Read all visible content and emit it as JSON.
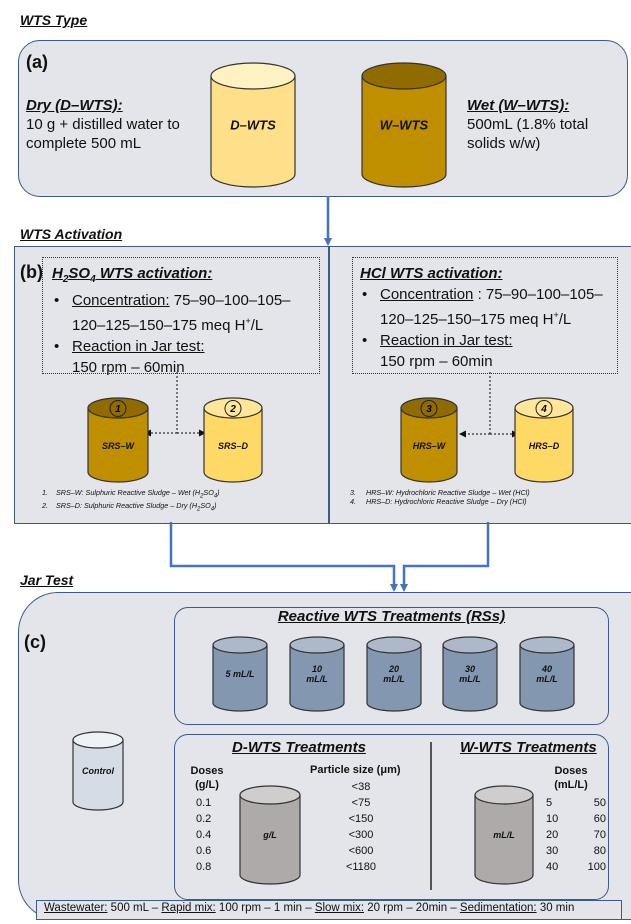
{
  "colors": {
    "panel_bg": "#e3e5ea",
    "panel_border": "#3f5a86",
    "arrow": "#4472c4",
    "cream_cylinder": "#ffe08a",
    "cream_cylinder_dark": "#e8bf4a",
    "brown_cylinder": "#bf8f00",
    "brown_cylinder_dark": "#8f6b00",
    "yellow_cylinder": "#ffd966",
    "blue_cylinder": "#8497b0",
    "grey_cylinder": "#aeaaaa",
    "control_cylinder": "#d6dce5"
  },
  "sections": {
    "wts_type": "WTS Type",
    "activation": "WTS Activation",
    "jar_test": "Jar Test"
  },
  "panel_a": {
    "label": "(a)",
    "dry_title": "Dry (D–WTS):",
    "dry_line1": "10 g + distilled water to",
    "dry_line2": "complete 500 mL",
    "wet_title": "Wet (W–WTS):",
    "wet_line1": "500mL (1.8% total",
    "wet_line2": "solids w/w)",
    "cyl_dry": "D–WTS",
    "cyl_wet": "W–WTS"
  },
  "panel_b": {
    "label": "(b)",
    "h2so4": {
      "title_pre": "H",
      "title_sub1": "2",
      "title_mid": "SO",
      "title_sub2": "4",
      "title_post": " WTS activation:",
      "conc_label": "Concentration:",
      "conc_value1": " 75–90–100–105–",
      "conc_value2": "120–125–150–175 meq H",
      "sup": "+",
      "unit": "/L",
      "reaction_label": "Reaction in Jar test:",
      "reaction_value": "150 rpm – 60min"
    },
    "hcl": {
      "title": "HCl WTS activation:",
      "conc_label": "Concentration",
      "conc_value1": " : 75–90–100–105–",
      "conc_value2": "120–125–150–175 meq H",
      "sup": "+",
      "unit": "/L",
      "reaction_label": "Reaction in Jar test:",
      "reaction_value": "150 rpm – 60min"
    },
    "cylinders": {
      "n1": "1",
      "c1": "SRS–W",
      "n2": "2",
      "c2": "SRS–D",
      "n3": "3",
      "c3": "HRS–W",
      "n4": "4",
      "c4": "HRS–D"
    },
    "footnotes_left": {
      "n1": "1.",
      "t1": "SRS–W: Sulphuric Reactive Sludge – Wet (H",
      "n2": "2.",
      "t2": "SRS–D: Sulphuric Reactive Sludge – Dry (H",
      "sub2": "2",
      "so": "SO",
      "sub4": "4",
      "close": ")"
    },
    "footnotes_right": {
      "n3": "3.",
      "t3": "HRS–W: Hydrochloric Reactive Sludge – Wet (HCl)",
      "n4": "4.",
      "t4": "HRS–D: Hydrochloric Reactive Sludge – Dry (HCl)"
    }
  },
  "panel_c": {
    "label": "(c)",
    "rs_title": "Reactive WTS Treatments (RSs)",
    "rs_doses": [
      {
        "l1": "5 mL/L",
        "l2": ""
      },
      {
        "l1": "10",
        "l2": "mL/L"
      },
      {
        "l1": "20",
        "l2": "mL/L"
      },
      {
        "l1": "30",
        "l2": "mL/L"
      },
      {
        "l1": "40",
        "l2": "mL/L"
      }
    ],
    "control": "Control",
    "dwts": {
      "title": "D-WTS Treatments",
      "doses_h1": "Doses",
      "doses_h2": "(g/L)",
      "particle_h": "Particle size (",
      "particle_mu": "μ",
      "particle_end": "m)",
      "cyl": "g/L",
      "doses": [
        "0.1",
        "0.2",
        "0.4",
        "0.6",
        "0.8"
      ],
      "sizes": [
        "<38",
        "<75",
        "<150",
        "<300",
        "<600",
        "<1180"
      ]
    },
    "wwts": {
      "title": "W-WTS Treatments",
      "doses_h1": "Doses",
      "doses_h2": "(mL/L)",
      "cyl": "mL/L",
      "col1": [
        "5",
        "10",
        "20",
        "30",
        "40"
      ],
      "col2": [
        "50",
        "60",
        "70",
        "80",
        "100"
      ]
    },
    "bottom": {
      "ww_label": "Wastewater:",
      "ww_value": " 500 mL – ",
      "rapid_label": "Rapid mix:",
      "rapid_value": " 100 rpm – 1 min – ",
      "slow_label": "Slow mix:",
      "slow_value": " 20 rpm –  20min – ",
      "sed_label": "Sedimentation:",
      "sed_value": " 30 min"
    }
  }
}
